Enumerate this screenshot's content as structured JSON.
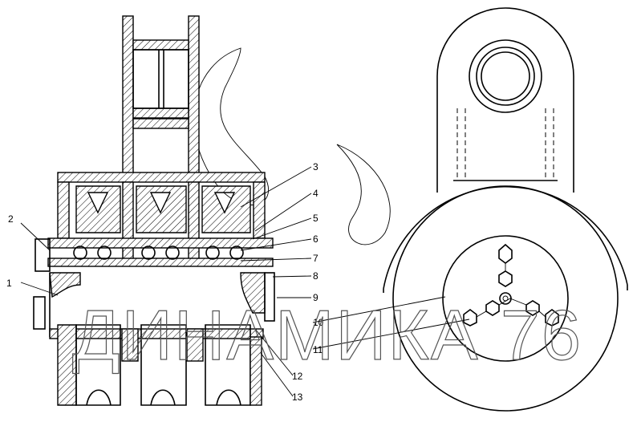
{
  "drawing": {
    "callouts": [
      "1",
      "2",
      "3",
      "4",
      "5",
      "6",
      "7",
      "8",
      "9",
      "10",
      "11",
      "12",
      "13"
    ],
    "watermark": "ДИНАМИКА 76"
  }
}
